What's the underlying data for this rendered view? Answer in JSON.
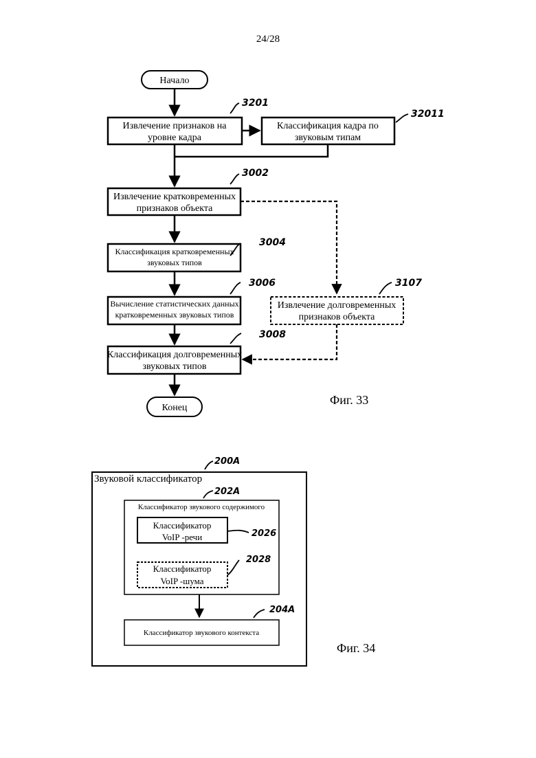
{
  "page_number": "24/28",
  "fig33": {
    "caption": "Фиг. 33",
    "start": "Начало",
    "end": "Конец",
    "box_3201": {
      "ref": "3201",
      "line1": "Извлечение признаков на",
      "line2": "уровне кадра"
    },
    "box_32011": {
      "ref": "32011",
      "line1": "Классификация кадра по",
      "line2": "звуковым типам"
    },
    "box_3002": {
      "ref": "3002",
      "line1": "Извлечение кратковременных",
      "line2": "признаков объекта"
    },
    "box_3004": {
      "ref": "3004",
      "line1": "Классификация кратковременных",
      "line2": "звуковых типов"
    },
    "box_3006": {
      "ref": "3006",
      "line1": "Вычисление статистических данных",
      "line2": "кратковременных звуковых типов"
    },
    "box_3107": {
      "ref": "3107",
      "line1": "Извлечение долговременных",
      "line2": "признаков объекта"
    },
    "box_3008": {
      "ref": "3008",
      "line1": "Классификация долговременных",
      "line2": "звуковых типов"
    }
  },
  "fig34": {
    "caption": "Фиг. 34",
    "outer": {
      "ref": "200A",
      "label": "Звуковой классификатор"
    },
    "content": {
      "ref": "202A",
      "label": "Классификатор звукового содержимого"
    },
    "voip_speech": {
      "ref": "2026",
      "line1": "Классификатор",
      "line2": "VoIP -речи"
    },
    "voip_noise": {
      "ref": "2028",
      "line1": "Классификатор",
      "line2": "VoIP -шума"
    },
    "context": {
      "ref": "204A",
      "label": "Классификатор звукового контекста"
    }
  }
}
